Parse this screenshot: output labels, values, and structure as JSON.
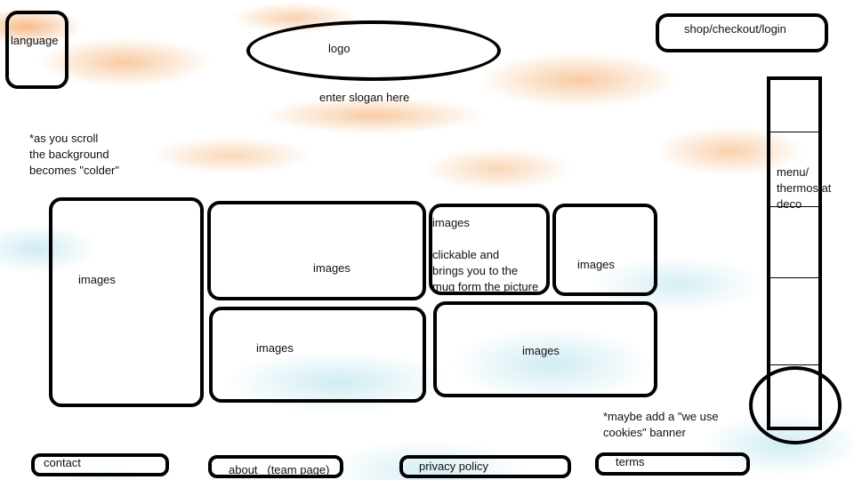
{
  "header": {
    "language_label": "language",
    "logo_label": "logo",
    "slogan": "enter slogan here",
    "shop_label": "shop/checkout/login"
  },
  "notes": {
    "scroll_note_line1": "*as you scroll",
    "scroll_note_line2": "the background",
    "scroll_note_line3": "becomes \"colder\"",
    "cookies_note_line1": "*maybe add a \"we use",
    "cookies_note_line2": "cookies\" banner"
  },
  "sidebar": {
    "menu_line1": "menu/",
    "menu_line2": "thermostat",
    "menu_line3": "deco"
  },
  "gallery": {
    "tile1": "images",
    "tile2": "images",
    "tile3_title": "images",
    "tile3_line1": "clickable and",
    "tile3_line2": "brings you to the",
    "tile3_line3": "mug form the picture",
    "tile4": "images",
    "tile5": "images",
    "tile6": "images"
  },
  "footer": {
    "contact": "contact",
    "about": "about   (team page)",
    "privacy": "privacy policy",
    "terms": "terms"
  },
  "colors": {
    "warm_background": "#f08c32",
    "cold_background": "#78c8dc",
    "outline": "#000000"
  }
}
